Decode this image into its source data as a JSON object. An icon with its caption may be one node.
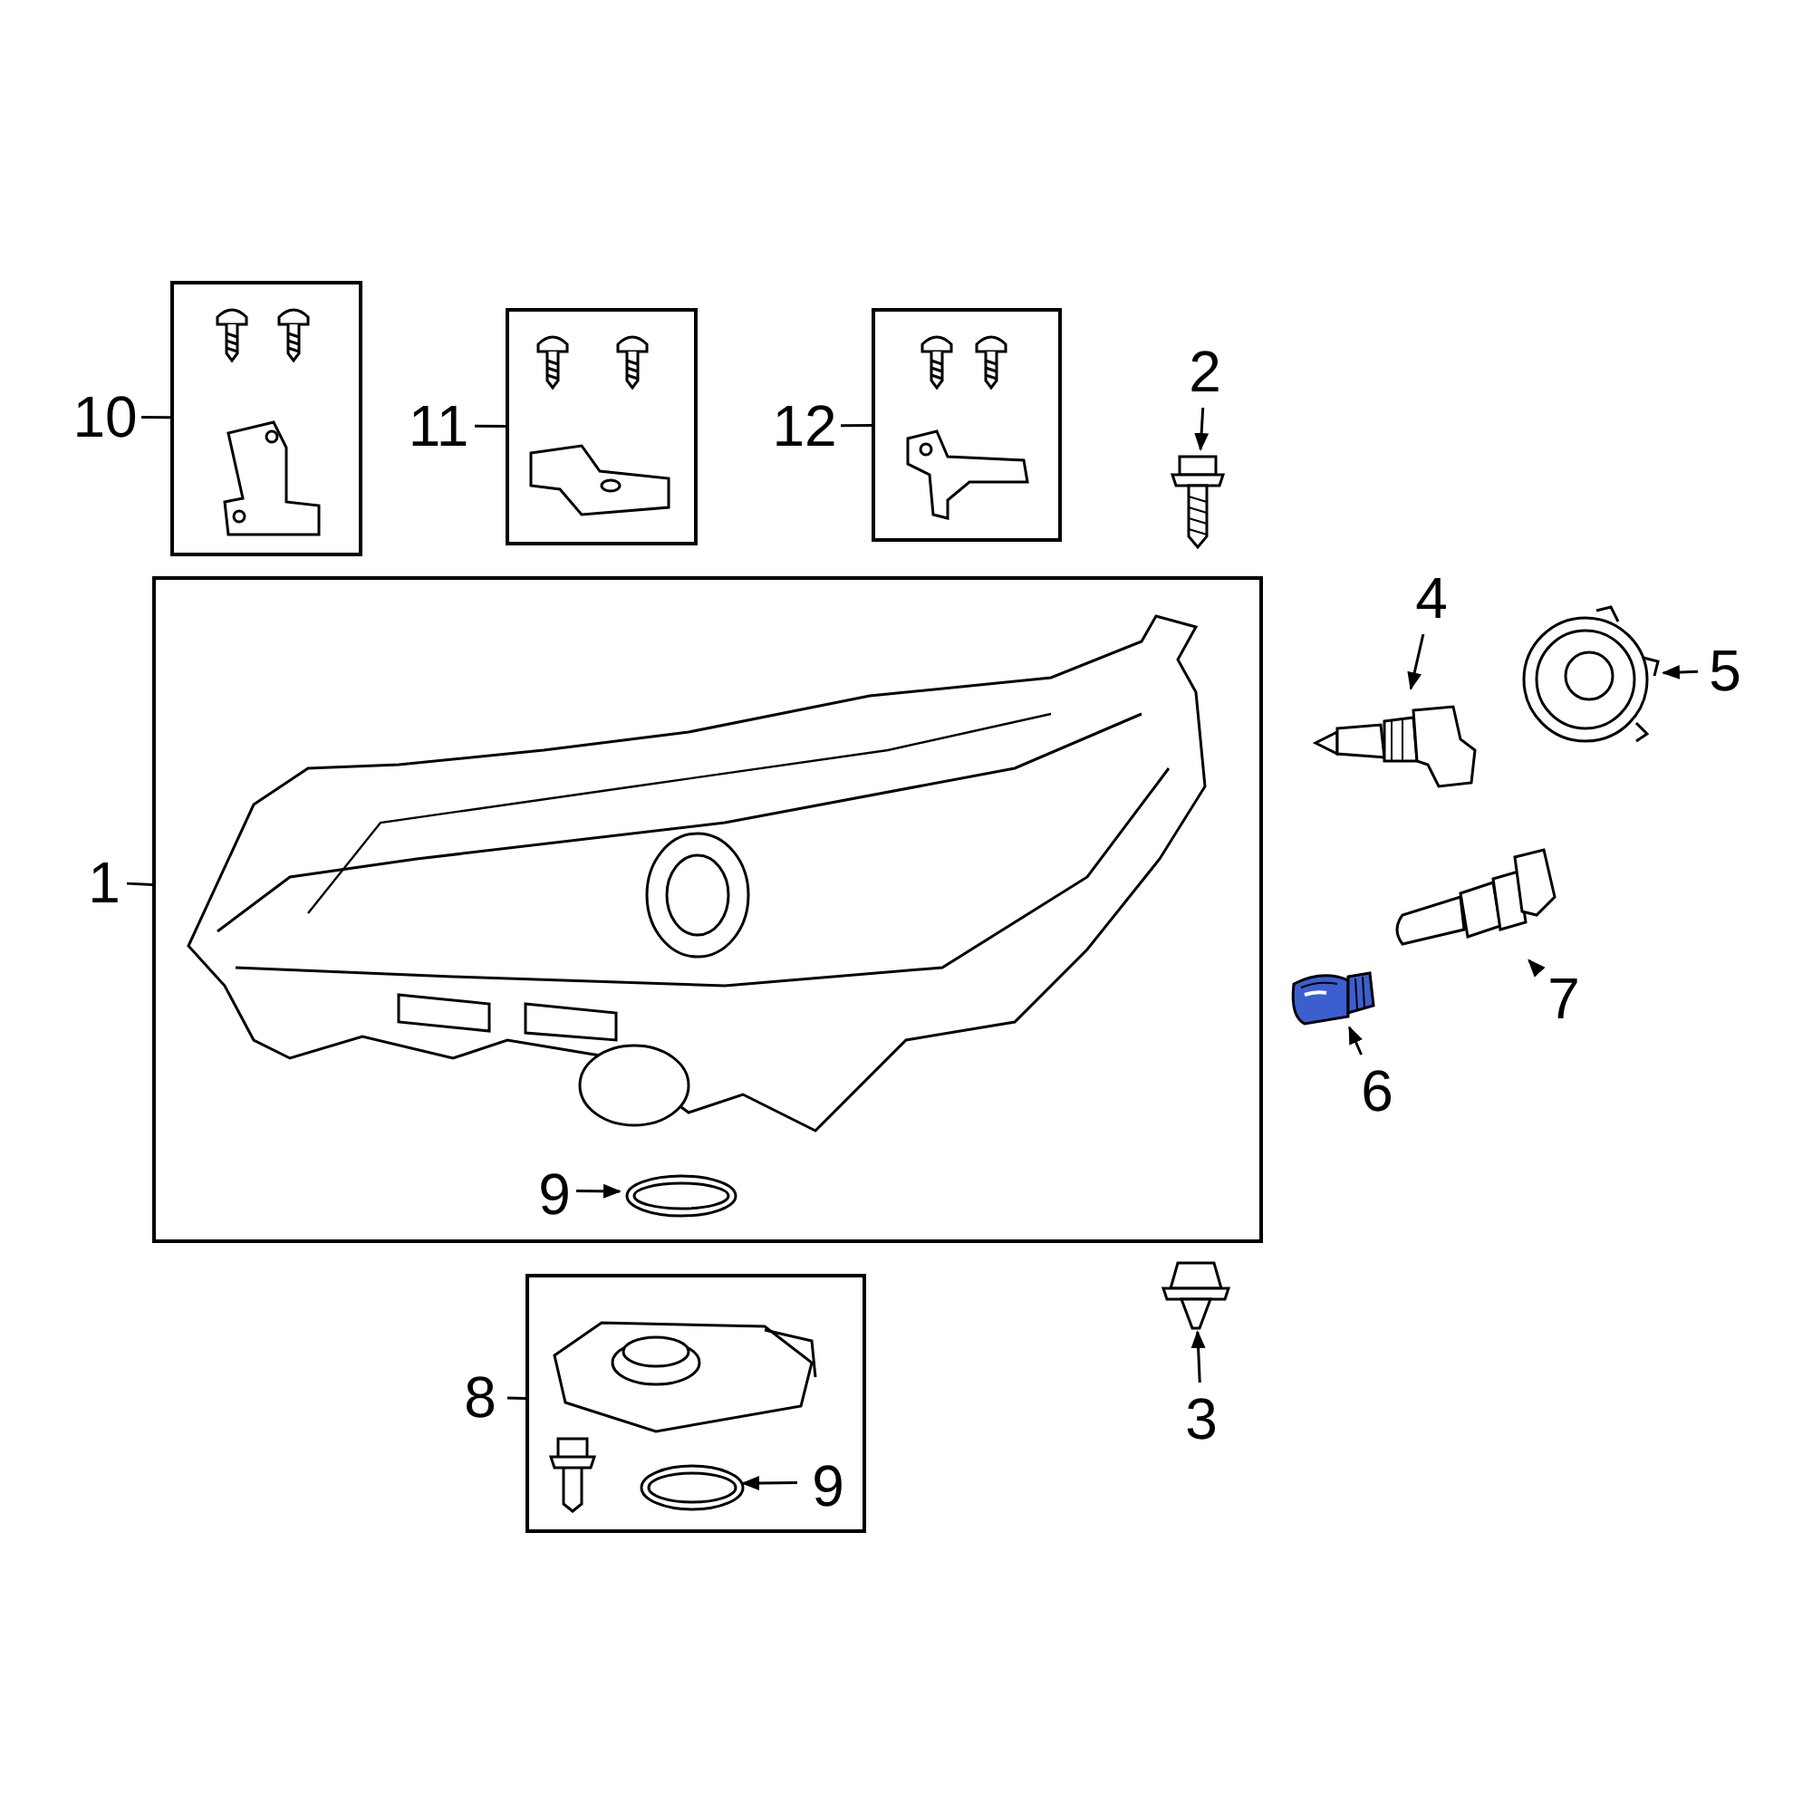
{
  "diagram": {
    "nodes": [
      {
        "text": [
          "10"
        ]
      },
      {
        "text": [],
        "shape": "box"
      },
      {
        "text": [
          "11"
        ]
      },
      {
        "text": [],
        "shape": "box"
      },
      {
        "text": [
          "12"
        ]
      },
      {
        "text": [],
        "shape": "box"
      },
      {
        "text": [
          "2"
        ]
      },
      {
        "text": [],
        "shape": "picture"
      },
      {
        "text": [],
        "shape": "box"
      },
      {
        "text": [
          "1"
        ]
      },
      {
        "text": [],
        "shape": "picture",
        "in": 8
      },
      {
        "text": [
          "4"
        ]
      },
      {
        "text": [],
        "shape": "picture"
      },
      {
        "text": [
          "5"
        ]
      },
      {
        "text": [],
        "shape": "picture"
      },
      {
        "text": [
          "7"
        ]
      },
      {
        "text": [],
        "shape": "picture"
      },
      {
        "text": [
          "6"
        ]
      },
      {
        "text": [],
        "shape": "picture"
      },
      {
        "text": [
          "9"
        ],
        "in": 8
      },
      {
        "text": [],
        "shape": "picture",
        "in": 8
      },
      {
        "text": [
          "3"
        ]
      },
      {
        "text": [],
        "shape": "picture"
      },
      {
        "text": [],
        "shape": "box"
      },
      {
        "text": [
          "8"
        ]
      },
      {
        "text": [],
        "shape": "picture",
        "in": 23
      },
      {
        "text": [
          "9"
        ],
        "in": 23
      },
      {
        "text": [],
        "shape": "picture",
        "in": 23
      }
    ],
    "edges": [
      {
        "from": 0,
        "to": 1,
        "arrow": "none"
      },
      {
        "from": 2,
        "to": 3,
        "arrow": "none"
      },
      {
        "from": 4,
        "to": 5,
        "arrow": "none"
      },
      {
        "from": 6,
        "to": 7,
        "arrow": "to"
      },
      {
        "from": 9,
        "to": 8,
        "arrow": "none"
      },
      {
        "from": 11,
        "to": 12,
        "arrow": "to"
      },
      {
        "from": 13,
        "to": 14,
        "arrow": "to"
      },
      {
        "from": 15,
        "to": 16,
        "arrow": "to"
      },
      {
        "from": 17,
        "to": 18,
        "arrow": "to"
      },
      {
        "from": 19,
        "to": 20,
        "arrow": "to"
      },
      {
        "from": 21,
        "to": 22,
        "arrow": "to"
      },
      {
        "from": 24,
        "to": 23,
        "arrow": "none"
      },
      {
        "from": 26,
        "to": 27,
        "arrow": "to"
      }
    ]
  }
}
